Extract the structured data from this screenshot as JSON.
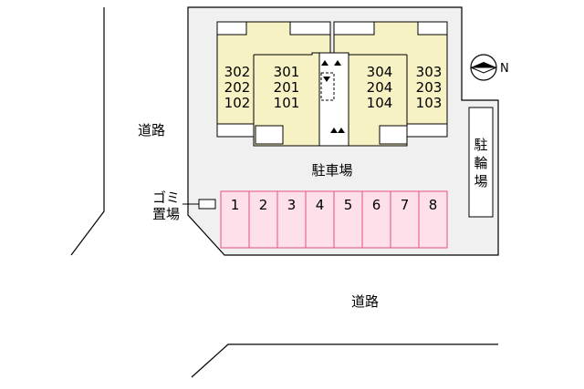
{
  "site_map": {
    "roads": {
      "left": "道路",
      "bottom": "道路"
    },
    "parking_lot": {
      "label": "駐車場"
    },
    "bicycle_parking": {
      "label_chars": [
        "駐",
        "輪",
        "場"
      ]
    },
    "garbage_area": {
      "label_line1": "ゴミ",
      "label_line2": "置場"
    },
    "north_marker": {
      "letter": "N",
      "icon": "compass-arrow-icon"
    },
    "buildings": [
      {
        "units": [
          "302",
          "202",
          "102"
        ]
      },
      {
        "units": [
          "301",
          "201",
          "101"
        ]
      },
      {
        "units": [
          "304",
          "204",
          "104"
        ]
      },
      {
        "units": [
          "303",
          "203",
          "103"
        ]
      }
    ],
    "parking_slots": [
      "1",
      "2",
      "3",
      "4",
      "5",
      "6",
      "7",
      "8"
    ]
  },
  "colors": {
    "lot_fill": "#f0f0f0",
    "building_fill": "#f7f2c4",
    "slot_fill": "#fde0ea",
    "slot_border": "#e8507a",
    "line": "#000000"
  }
}
